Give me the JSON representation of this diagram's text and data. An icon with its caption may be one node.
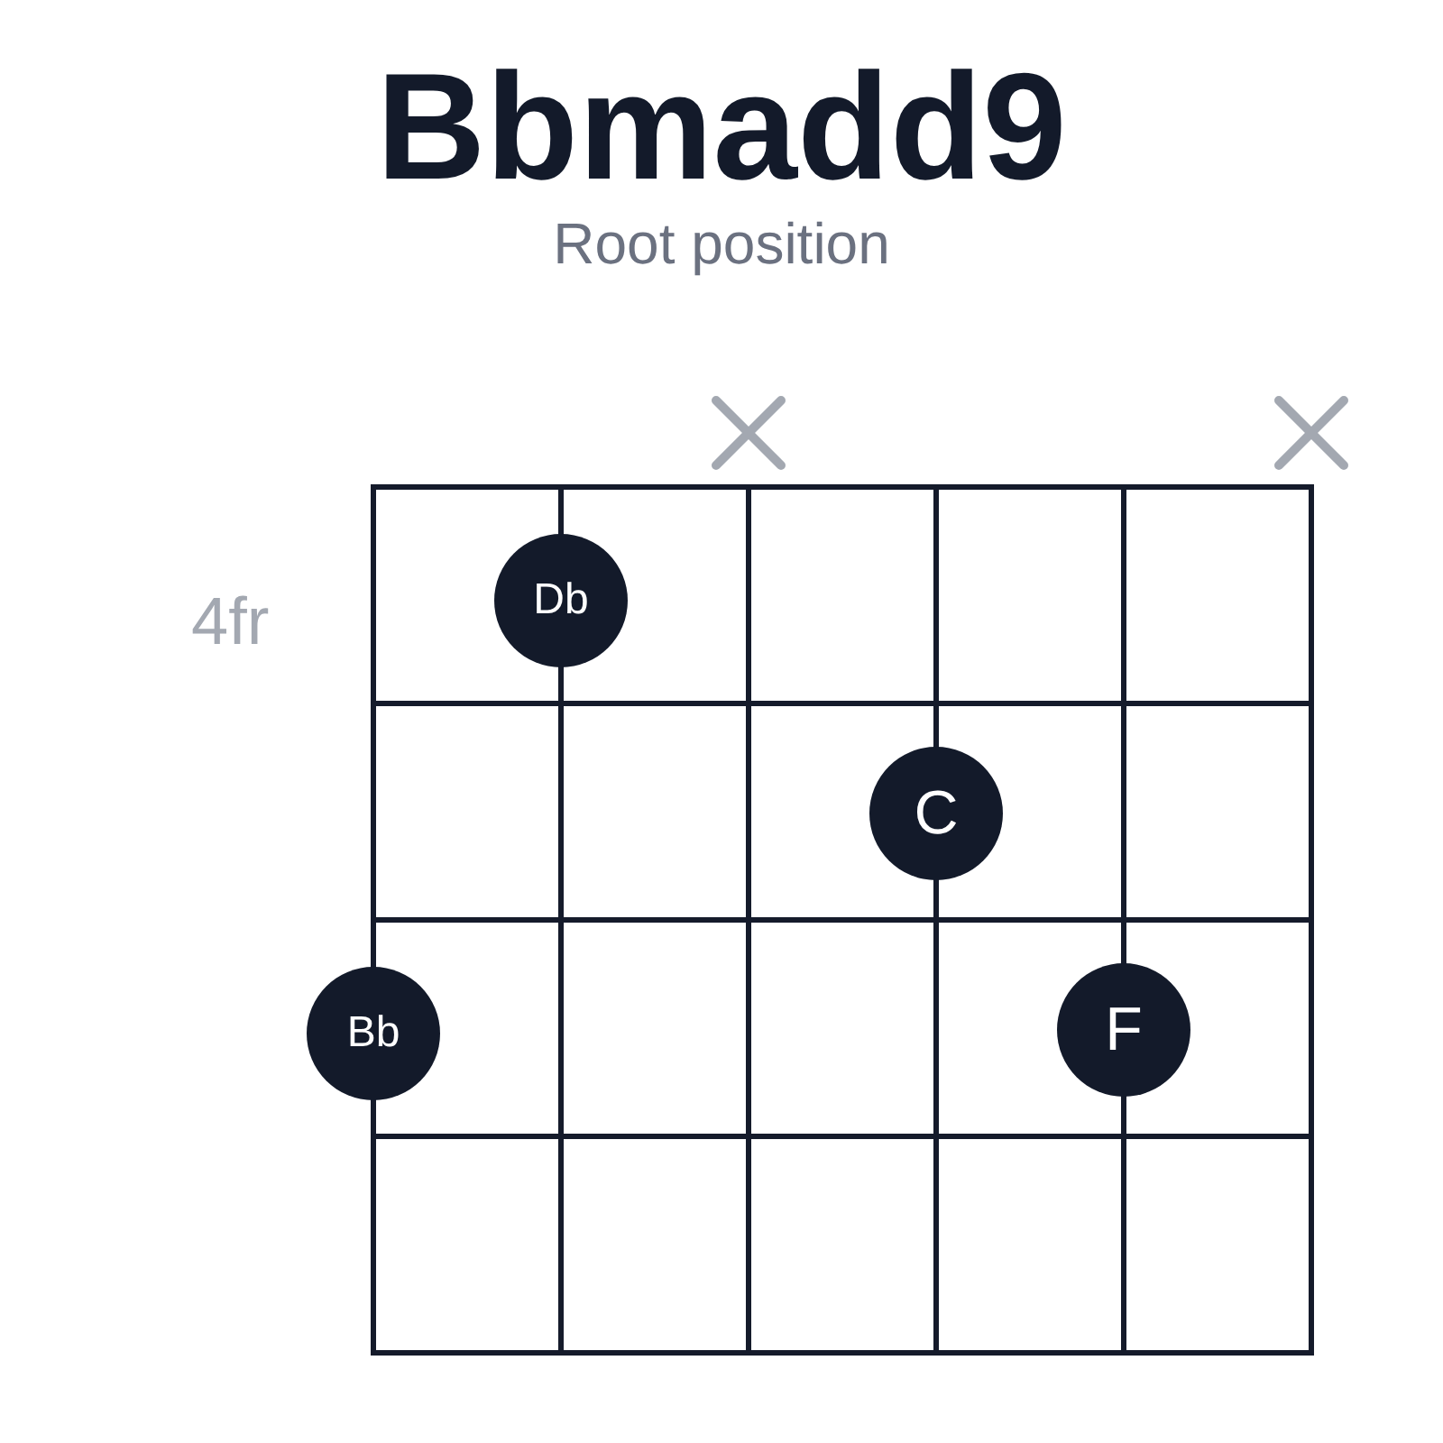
{
  "diagram": {
    "title": "Bbmadd9",
    "nodes": [
      {
        "text": [
          "Db"
        ]
      },
      {
        "text": [
          "C"
        ]
      },
      {
        "text": [
          "Bb"
        ]
      },
      {
        "text": [
          "F"
        ]
      }
    ],
    "labels": [
      "Root position",
      "4fr"
    ]
  }
}
